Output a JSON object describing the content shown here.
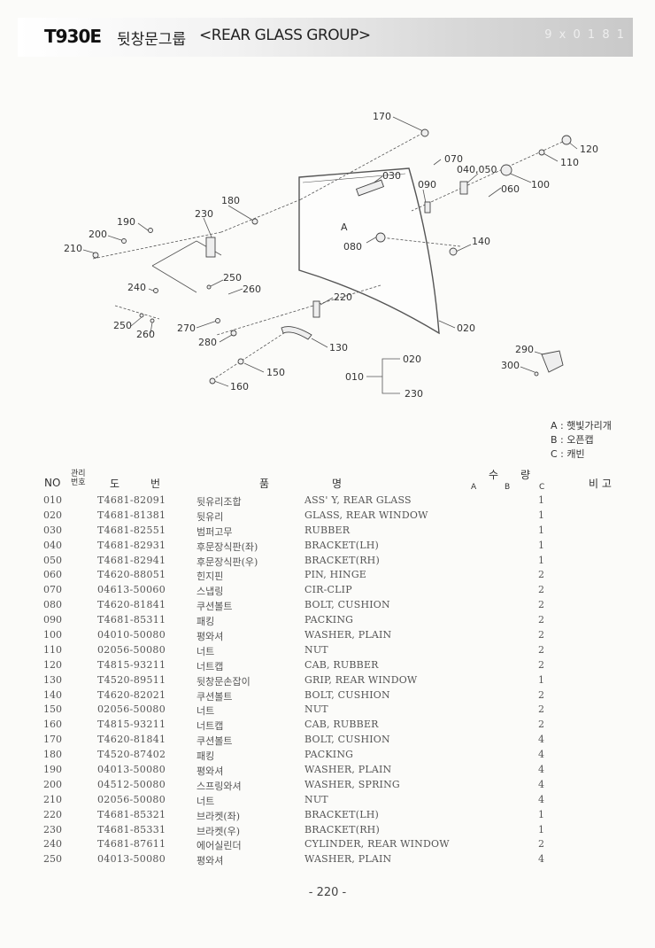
{
  "header": {
    "model": "T930E",
    "title_ko": "뒷창문그룹",
    "title_en": "<REAR GLASS GROUP>",
    "section": "9 x 0 1 8 1"
  },
  "diagram": {
    "callouts": [
      "170",
      "120",
      "110",
      "070",
      "040,050",
      "030",
      "090",
      "100",
      "060",
      "180",
      "230",
      "190",
      "200",
      "210",
      "A",
      "080",
      "140",
      "250",
      "260",
      "240",
      "220",
      "250",
      "260",
      "270",
      "280",
      "020",
      "130",
      "290",
      "300",
      "150",
      "010",
      "020",
      "230",
      "160"
    ]
  },
  "legend": [
    "A : 햇빛가리개",
    "B : 오픈캡",
    "C : 캐빈"
  ],
  "table": {
    "headers": {
      "no": "NO",
      "mgmt": "관리번호",
      "drawing_1": "도",
      "drawing_2": "번",
      "name_1": "품",
      "name_2": "명",
      "qty_1": "수",
      "qty_2": "량",
      "a": "A",
      "b": "B",
      "c": "C",
      "remark": "비 고"
    },
    "rows": [
      {
        "no": "010",
        "part": "T4681-82091",
        "name_ko": "뒷유리조합",
        "name_en": "ASS' Y, REAR GLASS",
        "qty": "1"
      },
      {
        "no": "020",
        "part": "T4681-81381",
        "name_ko": "뒷유리",
        "name_en": "GLASS, REAR WINDOW",
        "qty": "1"
      },
      {
        "no": "030",
        "part": "T4681-82551",
        "name_ko": "범퍼고무",
        "name_en": "RUBBER",
        "qty": "1"
      },
      {
        "no": "040",
        "part": "T4681-82931",
        "name_ko": "후문장식판(좌)",
        "name_en": "BRACKET(LH)",
        "qty": "1"
      },
      {
        "no": "050",
        "part": "T4681-82941",
        "name_ko": "후문장식판(우)",
        "name_en": "BRACKET(RH)",
        "qty": "1"
      },
      {
        "no": "060",
        "part": "T4620-88051",
        "name_ko": "힌지핀",
        "name_en": "PIN, HINGE",
        "qty": "2"
      },
      {
        "no": "070",
        "part": "04613-50060",
        "name_ko": "스냅링",
        "name_en": "CIR-CLIP",
        "qty": "2"
      },
      {
        "no": "080",
        "part": "T4620-81841",
        "name_ko": "쿠션볼트",
        "name_en": "BOLT, CUSHION",
        "qty": "2"
      },
      {
        "no": "090",
        "part": "T4681-85311",
        "name_ko": "패킹",
        "name_en": "PACKING",
        "qty": "2"
      },
      {
        "no": "100",
        "part": "04010-50080",
        "name_ko": "평와셔",
        "name_en": "WASHER, PLAIN",
        "qty": "2"
      },
      {
        "no": "110",
        "part": "02056-50080",
        "name_ko": "너트",
        "name_en": "NUT",
        "qty": "2"
      },
      {
        "no": "120",
        "part": "T4815-93211",
        "name_ko": "너트캡",
        "name_en": "CAB, RUBBER",
        "qty": "2"
      },
      {
        "no": "130",
        "part": "T4520-89511",
        "name_ko": "뒷창문손잡이",
        "name_en": "GRIP, REAR WINDOW",
        "qty": "1"
      },
      {
        "no": "140",
        "part": "T4620-82021",
        "name_ko": "쿠션볼트",
        "name_en": "BOLT, CUSHION",
        "qty": "2"
      },
      {
        "no": "150",
        "part": "02056-50080",
        "name_ko": "너트",
        "name_en": "NUT",
        "qty": "2"
      },
      {
        "no": "160",
        "part": "T4815-93211",
        "name_ko": "너트캡",
        "name_en": "CAB, RUBBER",
        "qty": "2"
      },
      {
        "no": "170",
        "part": "T4620-81841",
        "name_ko": "쿠션볼트",
        "name_en": "BOLT, CUSHION",
        "qty": "4"
      },
      {
        "no": "180",
        "part": "T4520-87402",
        "name_ko": "패킹",
        "name_en": "PACKING",
        "qty": "4"
      },
      {
        "no": "190",
        "part": "04013-50080",
        "name_ko": "평와셔",
        "name_en": "WASHER, PLAIN",
        "qty": "4"
      },
      {
        "no": "200",
        "part": "04512-50080",
        "name_ko": "스프링와셔",
        "name_en": "WASHER, SPRING",
        "qty": "4"
      },
      {
        "no": "210",
        "part": "02056-50080",
        "name_ko": "너트",
        "name_en": "NUT",
        "qty": "4"
      },
      {
        "no": "220",
        "part": "T4681-85321",
        "name_ko": "브라켓(좌)",
        "name_en": "BRACKET(LH)",
        "qty": "1"
      },
      {
        "no": "230",
        "part": "T4681-85331",
        "name_ko": "브라켓(우)",
        "name_en": "BRACKET(RH)",
        "qty": "1"
      },
      {
        "no": "240",
        "part": "T4681-87611",
        "name_ko": "에어실린더",
        "name_en": "CYLINDER, REAR WINDOW",
        "qty": "2"
      },
      {
        "no": "250",
        "part": "04013-50080",
        "name_ko": "평와셔",
        "name_en": "WASHER, PLAIN",
        "qty": "4"
      }
    ]
  },
  "footer": {
    "page": "- 220 -"
  }
}
